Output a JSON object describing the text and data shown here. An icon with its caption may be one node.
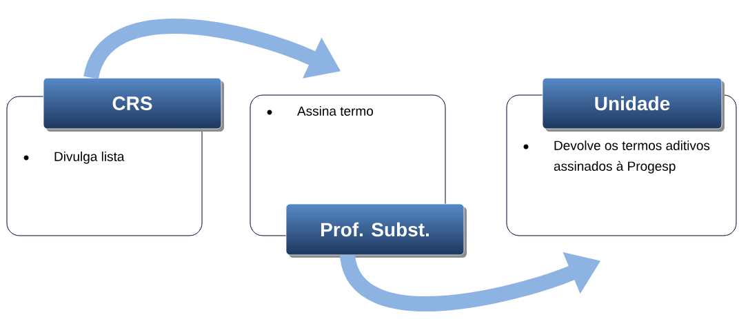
{
  "diagram": {
    "nodes": [
      {
        "text": [
          "CRS"
        ]
      },
      {
        "text": [
          "Divulga lista"
        ]
      },
      {
        "text": [
          "Assina termo"
        ]
      },
      {
        "text": [
          "Prof. Subst."
        ]
      },
      {
        "text": [
          "Unidade"
        ]
      },
      {
        "text": [
          "Devolve os termos aditivos assinados à Progesp"
        ]
      }
    ],
    "edges": [
      {
        "from": 0,
        "to": 2,
        "arrow": "to"
      },
      {
        "from": 3,
        "to": 5,
        "arrow": "to"
      }
    ]
  }
}
